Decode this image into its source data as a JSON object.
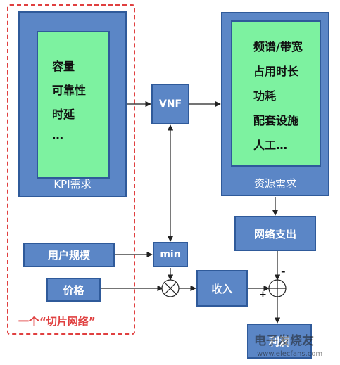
{
  "slice": {
    "label": "一个“切片网络”"
  },
  "kpi": {
    "caption": "KPI需求",
    "items": [
      "容量",
      "可靠性",
      "时延",
      "…"
    ]
  },
  "resources": {
    "caption": "资源需求",
    "items": [
      "频谱/带宽",
      "占用时长",
      "功耗",
      "配套设施",
      "人工…"
    ]
  },
  "vnf": {
    "label": "VNF"
  },
  "network_cost": {
    "label": "网络支出"
  },
  "user_scale": {
    "label": "用户规模"
  },
  "min": {
    "label": "min"
  },
  "price": {
    "label": "价格"
  },
  "revenue": {
    "label": "收入"
  },
  "profit": {
    "label": "利润"
  },
  "sum_signs": {
    "minus": "-",
    "plus": "+"
  },
  "watermark": {
    "text": "电子发烧友",
    "url": "www.elecfans.com"
  },
  "colors": {
    "box_fill": "#5b86c6",
    "box_border": "#2f5a9a",
    "inner_fill": "#7df2a0",
    "dashed_frame": "#e04040"
  }
}
